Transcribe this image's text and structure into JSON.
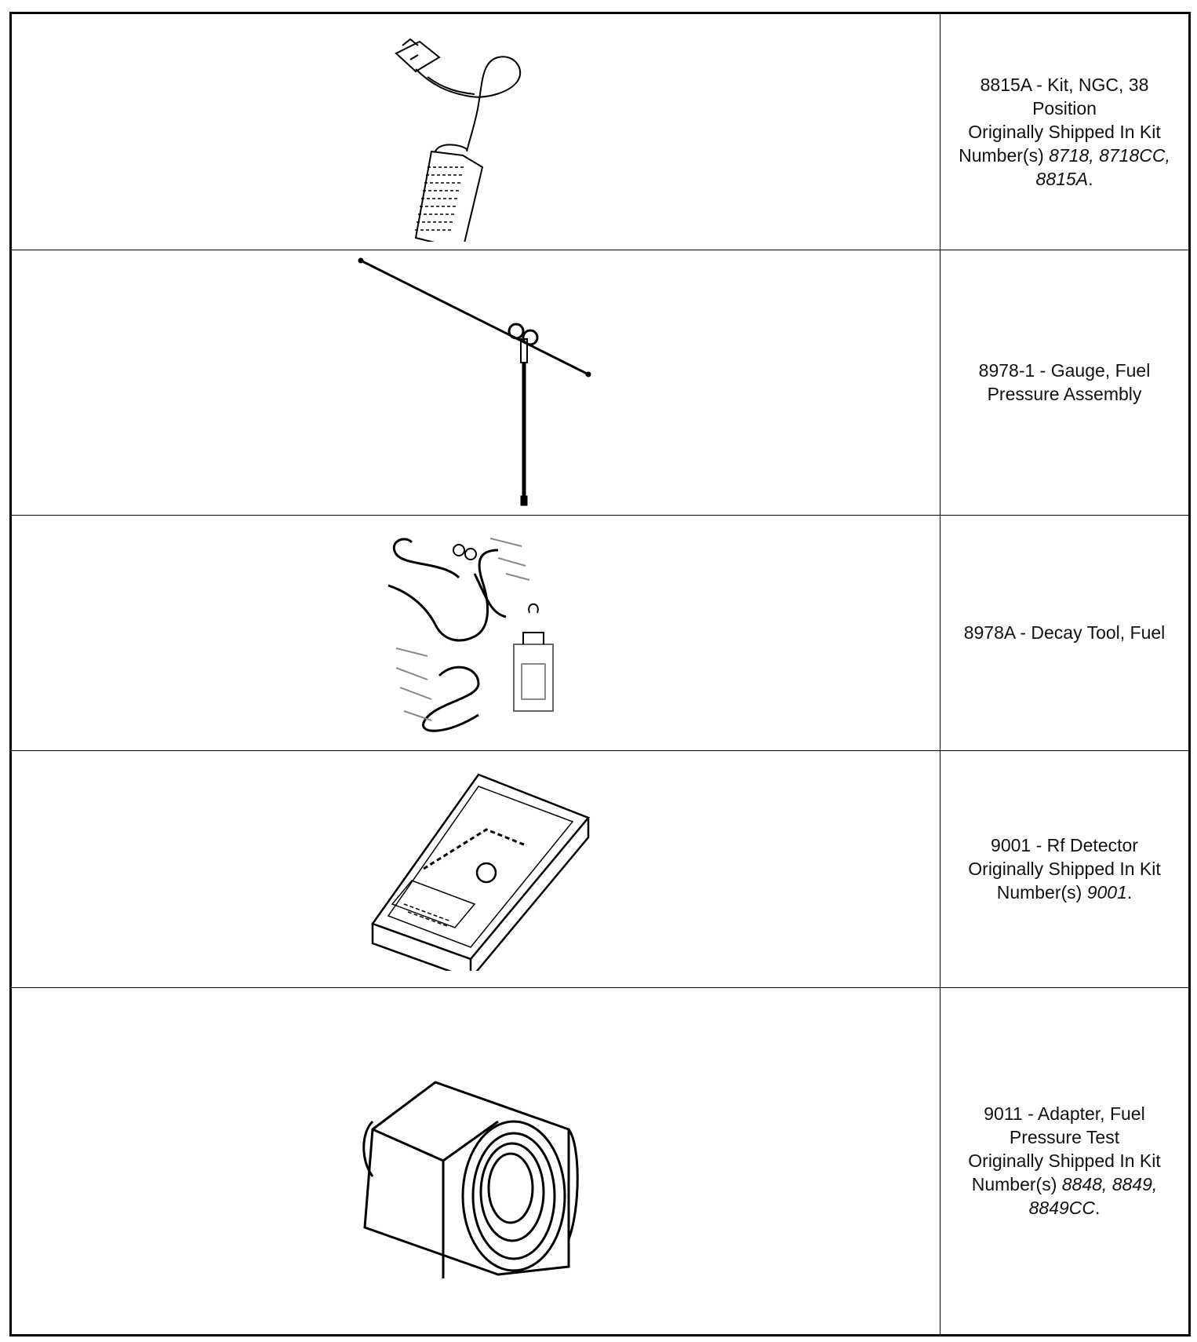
{
  "rows": [
    {
      "icon": "ngc-connector-kit-icon",
      "title": "8815A - Kit, NGC, 38",
      "title2": "Position",
      "shipped_prefix": "Originally Shipped In Kit",
      "shipped_numbers_label": "Number(s)",
      "kits_line1": "8718, 8718CC,",
      "kits_line2": "8815A",
      "end": "."
    },
    {
      "icon": "fuel-pressure-gauge-icon",
      "title": "8978-1 - Gauge, Fuel",
      "title2": "Pressure Assembly"
    },
    {
      "icon": "decay-tool-kit-icon",
      "title": "8978A - Decay Tool, Fuel"
    },
    {
      "icon": "rf-detector-icon",
      "title": "9001 - Rf Detector",
      "shipped_prefix": "Originally Shipped In Kit",
      "shipped_numbers_label": "Number(s)",
      "kits_line1": "9001",
      "end": "."
    },
    {
      "icon": "fuel-adapter-icon",
      "title": "9011 - Adapter, Fuel",
      "title2": "Pressure Test",
      "shipped_prefix": "Originally Shipped In Kit",
      "shipped_numbers_label": "Number(s)",
      "kits_line1": "8848, 8849,",
      "kits_line2": "8849CC",
      "end": "."
    }
  ]
}
